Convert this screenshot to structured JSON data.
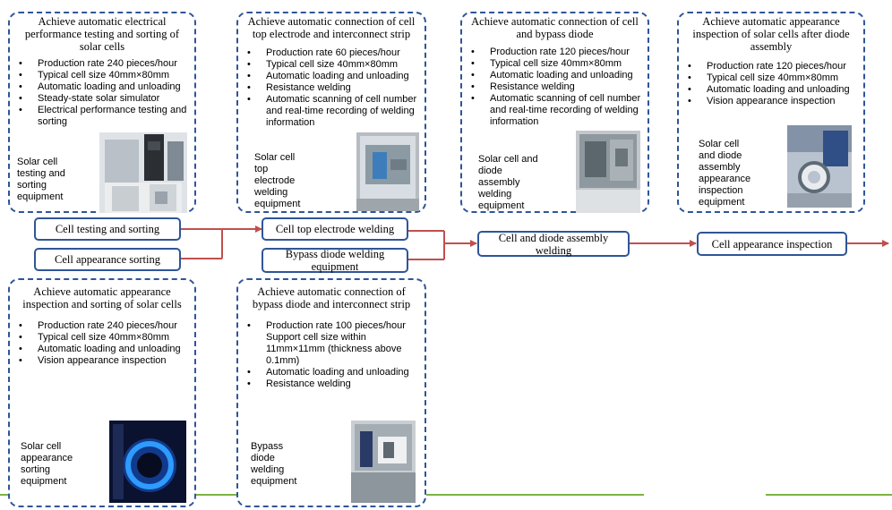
{
  "colors": {
    "border": "#2f5597",
    "arrow": "#c0504d",
    "ground": "#7cb342"
  },
  "panels": {
    "testing": {
      "title": "Achieve automatic electrical performance testing and sorting of solar cells",
      "bullets": [
        "Production rate 240 pieces/hour",
        "Typical cell size 40mm×80mm",
        "Automatic loading and unloading",
        "Steady-state solar simulator",
        "Electrical performance testing and sorting"
      ],
      "equipment": "Solar cell testing and sorting equipment"
    },
    "top_electrode": {
      "title": "Achieve automatic connection of cell top electrode and interconnect strip",
      "bullets": [
        "Production rate 60 pieces/hour",
        "Typical cell size 40mm×80mm",
        "Automatic loading and unloading",
        "Resistance welding",
        "Automatic scanning of cell number and real-time recording of welding information"
      ],
      "equipment": "Solar cell top electrode welding equipment"
    },
    "diode_assembly": {
      "title": "Achieve automatic connection of cell and bypass diode",
      "bullets": [
        "Production rate 120 pieces/hour",
        "Typical cell size 40mm×80mm",
        "Automatic loading and unloading",
        "Resistance welding",
        "Automatic scanning of cell number and real-time recording of welding information"
      ],
      "equipment": "Solar cell and diode assembly welding equipment"
    },
    "after_diode": {
      "title": "Achieve automatic appearance inspection of solar cells after diode assembly",
      "bullets": [
        "Production rate 120 pieces/hour",
        "Typical cell size 40mm×80mm",
        "Automatic loading and unloading",
        "Vision appearance inspection"
      ],
      "equipment": "Solar cell and diode assembly appearance inspection equipment"
    },
    "appearance_sorting": {
      "title": "Achieve automatic appearance inspection and sorting of solar cells",
      "bullets": [
        "Production rate 240 pieces/hour",
        "Typical cell size 40mm×80mm",
        "Automatic loading and unloading",
        "Vision appearance inspection"
      ],
      "equipment": "Solar cell appearance sorting equipment"
    },
    "bypass_diode": {
      "title": "Achieve automatic connection of bypass diode and interconnect strip",
      "bullets": [
        "Production rate 100 pieces/hour Support cell size within 11mm×11mm (thickness above 0.1mm)",
        "Automatic loading and unloading",
        "Resistance welding"
      ],
      "equipment": "Bypass diode welding equipment"
    }
  },
  "flow": {
    "testing_sorting": "Cell testing and sorting",
    "appearance_sorting": "Cell appearance sorting",
    "top_electrode": "Cell top electrode welding",
    "bypass_diode": "Bypass diode welding equipment",
    "assembly": "Cell and diode assembly welding",
    "appearance_inspection": "Cell appearance inspection"
  }
}
